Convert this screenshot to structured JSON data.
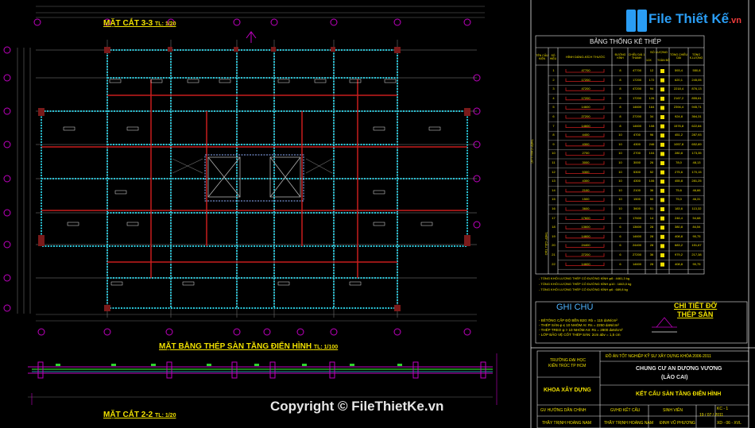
{
  "drawing": {
    "section_3_3_title": "MẶT CẮT 3-3",
    "section_3_3_scale": "TL: 1/20",
    "plan_title": "MẶT BẰNG THÉP SÀN TẦNG ĐIỂN HÌNH",
    "plan_scale": "TL: 1/100",
    "section_2_2_title": "MẶT CẮT 2-2",
    "section_2_2_scale": "TL: 1/20"
  },
  "steel_table": {
    "title": "BẢNG THỐNG KÊ THÉP",
    "headers": [
      "TÊN CẤU KIỆN",
      "SỐ HIỆU",
      "HÌNH DÁNG-KÍCH THƯỚC",
      "ĐƯỜNG KÍNH",
      "CHIỀU DÀI 1 THANH",
      "SỐ LƯỢNG",
      "TỔNG CHIỀU DÀI",
      "TỔNG K.LƯỢNG"
    ],
    "sub_headers": [
      "1CK",
      "TOÀN BỘ"
    ],
    "group_labels": [
      "THÉP CHỊU LỰC",
      "THÉP CẤU TẠO"
    ],
    "rows": [
      [
        "1",
        "47700",
        "8",
        "47700",
        "12",
        "",
        "",
        "593,4",
        "550,8"
      ],
      [
        "2",
        "17200",
        "8",
        "17200",
        "172",
        "",
        "",
        "620,1",
        "245,05"
      ],
      [
        "3",
        "47200",
        "8",
        "47200",
        "94",
        "",
        "",
        "2218,4",
        "876,13"
      ],
      [
        "4",
        "17200",
        "8",
        "17200",
        "126",
        "",
        "",
        "2167,2",
        "855,61"
      ],
      [
        "5",
        "14600",
        "8",
        "14600",
        "164",
        "",
        "",
        "2394,4",
        "945,71"
      ],
      [
        "6",
        "27200",
        "8",
        "27200",
        "34",
        "",
        "",
        "924,8",
        "364,31"
      ],
      [
        "7",
        "14600",
        "8",
        "14600",
        "108",
        "",
        "",
        "1576,8",
        "622,84"
      ],
      [
        "8",
        "4400",
        "10",
        "4700",
        "96",
        "",
        "",
        "451,2",
        "287,93"
      ],
      [
        "9",
        "4300",
        "10",
        "4300",
        "246",
        "",
        "",
        "1057,8",
        "652,89"
      ],
      [
        "10",
        "2700",
        "10",
        "2700",
        "104",
        "",
        "",
        "280,8",
        "173,35"
      ],
      [
        "11",
        "3000",
        "10",
        "3000",
        "26",
        "",
        "",
        "78,0",
        "48,13"
      ],
      [
        "12",
        "5300",
        "10",
        "5300",
        "52",
        "",
        "",
        "275,6",
        "170,15"
      ],
      [
        "13",
        "4300",
        "10",
        "4300",
        "106",
        "",
        "",
        "455,8",
        "281,25"
      ],
      [
        "14",
        "2100",
        "10",
        "2100",
        "36",
        "",
        "",
        "75,6",
        "46,66"
      ],
      [
        "15",
        "1500",
        "10",
        "1500",
        "50",
        "",
        "",
        "75,0",
        "46,31"
      ],
      [
        "16",
        "3600",
        "10",
        "3600",
        "51",
        "",
        "",
        "183,6",
        "113,32"
      ],
      [
        "17",
        "17600",
        "6",
        "17600",
        "14",
        "",
        "",
        "246,4",
        "54,68"
      ],
      [
        "18",
        "13600",
        "6",
        "13600",
        "28",
        "",
        "",
        "380,8",
        "84,54"
      ],
      [
        "19",
        "14600",
        "6",
        "14600",
        "28",
        "",
        "",
        "408,8",
        "90,75"
      ],
      [
        "20",
        "24400",
        "6",
        "24400",
        "28",
        "",
        "",
        "683,2",
        "151,67"
      ],
      [
        "21",
        "27200",
        "6",
        "27200",
        "36",
        "",
        "",
        "979,2",
        "217,38"
      ],
      [
        "22",
        "14600",
        "6",
        "14600",
        "28",
        "",
        "",
        "408,8",
        "90,75"
      ]
    ],
    "totals": [
      "- TỔNG KHỐI LƯỢNG THÉP CÓ ĐƯỜNG KÍNH φ8 : 4461,3 kg",
      "- TỔNG KHỐI LƯỢNG THÉP CÓ ĐƯỜNG KÍNH φ10 : 1843,0 kg",
      "- TỔNG KHỐI LƯỢNG THÉP CÓ ĐƯỜNG KÍNH φ6 : 689,8 kg"
    ]
  },
  "notes": {
    "title": "GHI CHÚ",
    "lines": [
      "- BÊTÔNG CẤP ĐỘ BỀN B20: Rb = 115 daN/cm²",
      "- THÉP SÀN φ ≤ 10 NHÓM AI:   Rs = 2250 daN/cm²",
      "- THÉP TREO φ > 10 NHÓM AII:  Rs = 2800 daN/cm²",
      "- LỚP BẢO VỆ CỐT THÉP SÀN: 2cm   abv = 1,5 cm"
    ],
    "detail_title_1": "CHI TIẾT ĐỠ",
    "detail_title_2": "THÉP SÀN"
  },
  "title_block": {
    "school_1": "TRƯỜNG ĐẠI HỌC",
    "school_2": "KIẾN TRÚC TP HCM",
    "faculty": "KHOA XÂY DỰNG",
    "project_header": "ĐỒ ÁN TỐT NGHIỆP KỸ SƯ XÂY DỰNG KHÓA 2006-2011",
    "project_name_1": "CHUNG CƯ AN DƯƠNG VƯƠNG",
    "project_name_2": "(LÀO CAI)",
    "drawing_name": "KẾT CẤU SÀN TẦNG ĐIỂN HÌNH",
    "labels": [
      "GV HƯỚNG DẪN CHÍNH",
      "GVHD KẾT CẤU",
      "SINH VIÊN"
    ],
    "sheet_no": "KC - 1",
    "date": "19 / 07 / 2011",
    "code": "XD - 06 - XVL",
    "names": [
      "THẦY TRỊNH HOÀNG NAM",
      "THẦY TRỊNH HOÀNG NAM",
      "ĐINH VŨ PHƯƠNG"
    ]
  },
  "watermark": {
    "logo_text": "File Thiết Kế",
    "logo_suffix": ".vn",
    "copyright": "Copyright © FileThietKe.vn"
  }
}
